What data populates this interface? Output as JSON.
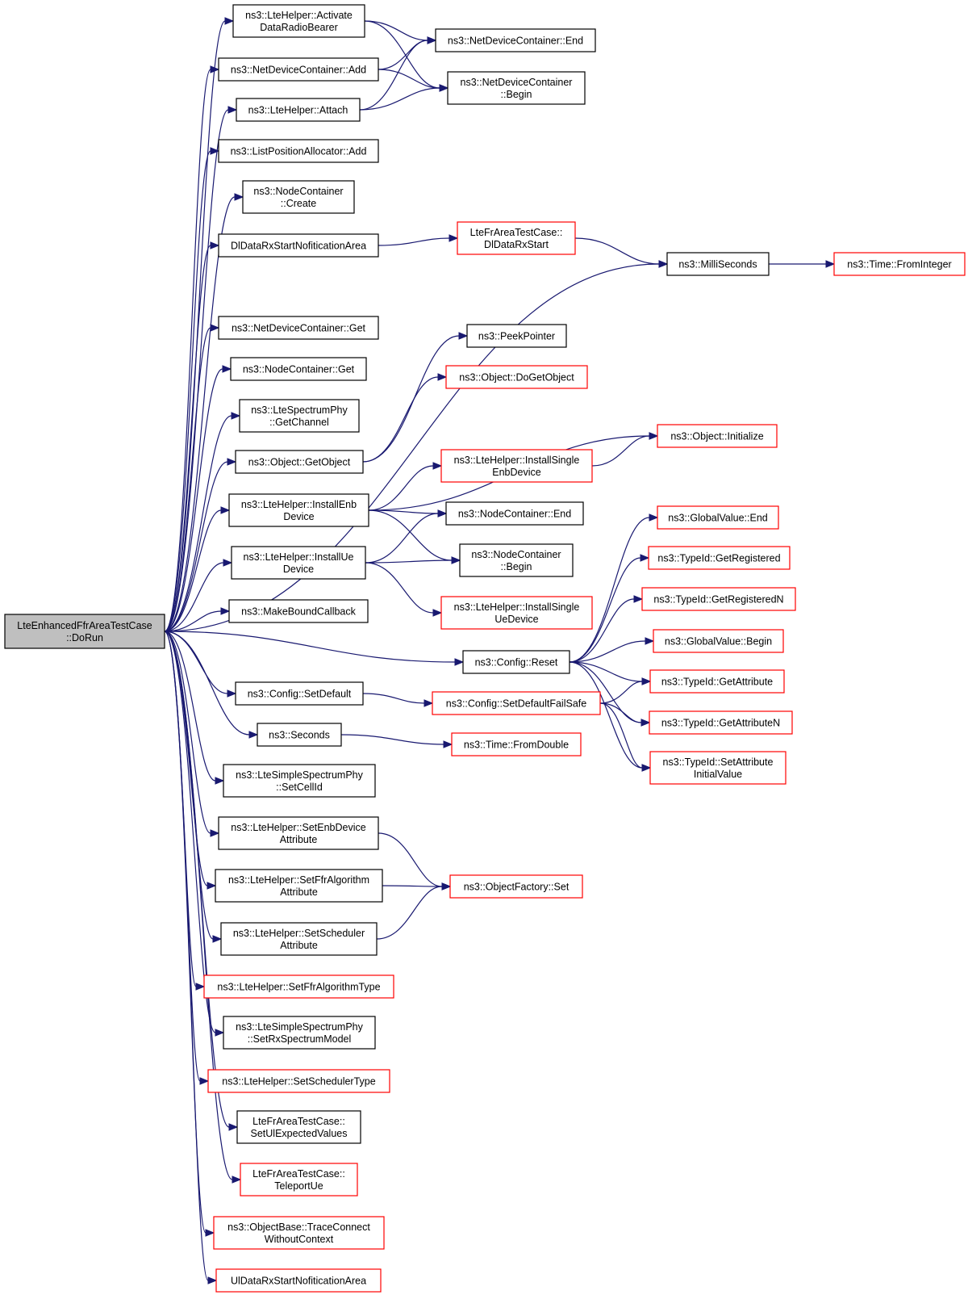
{
  "diagram": {
    "nodes": [
      {
        "id": "root",
        "lines": [
          "LteEnhancedFfrAreaTestCase",
          "::DoRun"
        ],
        "style": "root"
      },
      {
        "id": "activate",
        "lines": [
          "ns3::LteHelper::Activate",
          "DataRadioBearer"
        ],
        "style": "black"
      },
      {
        "id": "ndcAdd",
        "lines": [
          "ns3::NetDeviceContainer::Add"
        ],
        "style": "black"
      },
      {
        "id": "attach",
        "lines": [
          "ns3::LteHelper::Attach"
        ],
        "style": "black"
      },
      {
        "id": "lpaAdd",
        "lines": [
          "ns3::ListPositionAllocator::Add"
        ],
        "style": "black"
      },
      {
        "id": "ncCreate",
        "lines": [
          "ns3::NodeContainer",
          "::Create"
        ],
        "style": "black"
      },
      {
        "id": "dlNotif",
        "lines": [
          "DlDataRxStartNofiticationArea"
        ],
        "style": "black"
      },
      {
        "id": "ndcGet",
        "lines": [
          "ns3::NetDeviceContainer::Get"
        ],
        "style": "black"
      },
      {
        "id": "ncGet",
        "lines": [
          "ns3::NodeContainer::Get"
        ],
        "style": "black"
      },
      {
        "id": "getChannel",
        "lines": [
          "ns3::LteSpectrumPhy",
          "::GetChannel"
        ],
        "style": "black"
      },
      {
        "id": "getObject",
        "lines": [
          "ns3::Object::GetObject"
        ],
        "style": "black"
      },
      {
        "id": "installEnb",
        "lines": [
          "ns3::LteHelper::InstallEnb",
          "Device"
        ],
        "style": "black"
      },
      {
        "id": "installUe",
        "lines": [
          "ns3::LteHelper::InstallUe",
          "Device"
        ],
        "style": "black"
      },
      {
        "id": "makeBound",
        "lines": [
          "ns3::MakeBoundCallback"
        ],
        "style": "black"
      },
      {
        "id": "setDefault",
        "lines": [
          "ns3::Config::SetDefault"
        ],
        "style": "black"
      },
      {
        "id": "seconds",
        "lines": [
          "ns3::Seconds"
        ],
        "style": "black"
      },
      {
        "id": "setCellId",
        "lines": [
          "ns3::LteSimpleSpectrumPhy",
          "::SetCellId"
        ],
        "style": "black"
      },
      {
        "id": "setEnbAttr",
        "lines": [
          "ns3::LteHelper::SetEnbDevice",
          "Attribute"
        ],
        "style": "black"
      },
      {
        "id": "setFfrAttr",
        "lines": [
          "ns3::LteHelper::SetFfrAlgorithm",
          "Attribute"
        ],
        "style": "black"
      },
      {
        "id": "setSchedAttr",
        "lines": [
          "ns3::LteHelper::SetScheduler",
          "Attribute"
        ],
        "style": "black"
      },
      {
        "id": "setFfrType",
        "lines": [
          "ns3::LteHelper::SetFfrAlgorithmType"
        ],
        "style": "red"
      },
      {
        "id": "setRxModel",
        "lines": [
          "ns3::LteSimpleSpectrumPhy",
          "::SetRxSpectrumModel"
        ],
        "style": "black"
      },
      {
        "id": "setSchedType",
        "lines": [
          "ns3::LteHelper::SetSchedulerType"
        ],
        "style": "red"
      },
      {
        "id": "setUlExpected",
        "lines": [
          "LteFrAreaTestCase::",
          "SetUlExpectedValues"
        ],
        "style": "black"
      },
      {
        "id": "teleportUe",
        "lines": [
          "LteFrAreaTestCase::",
          "TeleportUe"
        ],
        "style": "red"
      },
      {
        "id": "traceConnect",
        "lines": [
          "ns3::ObjectBase::TraceConnect",
          "WithoutContext"
        ],
        "style": "red"
      },
      {
        "id": "ulNotif",
        "lines": [
          "UlDataRxStartNofiticationArea"
        ],
        "style": "red"
      },
      {
        "id": "ndcEnd",
        "lines": [
          "ns3::NetDeviceContainer::End"
        ],
        "style": "black"
      },
      {
        "id": "ndcBegin",
        "lines": [
          "ns3::NetDeviceContainer",
          "::Begin"
        ],
        "style": "black"
      },
      {
        "id": "dlDataRxStart",
        "lines": [
          "LteFrAreaTestCase::",
          "DlDataRxStart"
        ],
        "style": "red"
      },
      {
        "id": "milliSeconds",
        "lines": [
          "ns3::MilliSeconds"
        ],
        "style": "black"
      },
      {
        "id": "fromInteger",
        "lines": [
          "ns3::Time::FromInteger"
        ],
        "style": "red"
      },
      {
        "id": "peekPointer",
        "lines": [
          "ns3::PeekPointer"
        ],
        "style": "black"
      },
      {
        "id": "doGetObject",
        "lines": [
          "ns3::Object::DoGetObject"
        ],
        "style": "red"
      },
      {
        "id": "objInit",
        "lines": [
          "ns3::Object::Initialize"
        ],
        "style": "red"
      },
      {
        "id": "installSingleEnb",
        "lines": [
          "ns3::LteHelper::InstallSingle",
          "EnbDevice"
        ],
        "style": "red"
      },
      {
        "id": "ncEnd",
        "lines": [
          "ns3::NodeContainer::End"
        ],
        "style": "black"
      },
      {
        "id": "ncBegin",
        "lines": [
          "ns3::NodeContainer",
          "::Begin"
        ],
        "style": "black"
      },
      {
        "id": "installSingleUe",
        "lines": [
          "ns3::LteHelper::InstallSingle",
          "UeDevice"
        ],
        "style": "red"
      },
      {
        "id": "configReset",
        "lines": [
          "ns3::Config::Reset"
        ],
        "style": "black"
      },
      {
        "id": "setDefaultFailSafe",
        "lines": [
          "ns3::Config::SetDefaultFailSafe"
        ],
        "style": "red"
      },
      {
        "id": "fromDouble",
        "lines": [
          "ns3::Time::FromDouble"
        ],
        "style": "red"
      },
      {
        "id": "ofSet",
        "lines": [
          "ns3::ObjectFactory::Set"
        ],
        "style": "red"
      },
      {
        "id": "gvEnd",
        "lines": [
          "ns3::GlobalValue::End"
        ],
        "style": "red"
      },
      {
        "id": "getRegistered",
        "lines": [
          "ns3::TypeId::GetRegistered"
        ],
        "style": "red"
      },
      {
        "id": "getRegisteredN",
        "lines": [
          "ns3::TypeId::GetRegisteredN"
        ],
        "style": "red"
      },
      {
        "id": "gvBegin",
        "lines": [
          "ns3::GlobalValue::Begin"
        ],
        "style": "red"
      },
      {
        "id": "getAttribute",
        "lines": [
          "ns3::TypeId::GetAttribute"
        ],
        "style": "red"
      },
      {
        "id": "getAttributeN",
        "lines": [
          "ns3::TypeId::GetAttributeN"
        ],
        "style": "red"
      },
      {
        "id": "setAttrInit",
        "lines": [
          "ns3::TypeId::SetAttribute",
          "InitialValue"
        ],
        "style": "red"
      }
    ],
    "edges": [
      [
        "root",
        "activate"
      ],
      [
        "root",
        "ndcAdd"
      ],
      [
        "root",
        "attach"
      ],
      [
        "root",
        "lpaAdd"
      ],
      [
        "root",
        "ncCreate"
      ],
      [
        "root",
        "dlNotif"
      ],
      [
        "root",
        "milliSeconds"
      ],
      [
        "root",
        "ndcGet"
      ],
      [
        "root",
        "ncGet"
      ],
      [
        "root",
        "getChannel"
      ],
      [
        "root",
        "getObject"
      ],
      [
        "root",
        "installEnb"
      ],
      [
        "root",
        "installUe"
      ],
      [
        "root",
        "makeBound"
      ],
      [
        "root",
        "configReset"
      ],
      [
        "root",
        "setDefault"
      ],
      [
        "root",
        "seconds"
      ],
      [
        "root",
        "setCellId"
      ],
      [
        "root",
        "setEnbAttr"
      ],
      [
        "root",
        "setFfrAttr"
      ],
      [
        "root",
        "setSchedAttr"
      ],
      [
        "root",
        "setFfrType"
      ],
      [
        "root",
        "setRxModel"
      ],
      [
        "root",
        "setSchedType"
      ],
      [
        "root",
        "setUlExpected"
      ],
      [
        "root",
        "teleportUe"
      ],
      [
        "root",
        "traceConnect"
      ],
      [
        "root",
        "ulNotif"
      ],
      [
        "activate",
        "ndcEnd"
      ],
      [
        "activate",
        "ndcBegin"
      ],
      [
        "ndcAdd",
        "ndcEnd"
      ],
      [
        "ndcAdd",
        "ndcBegin"
      ],
      [
        "attach",
        "ndcEnd"
      ],
      [
        "attach",
        "ndcBegin"
      ],
      [
        "dlNotif",
        "dlDataRxStart"
      ],
      [
        "dlDataRxStart",
        "milliSeconds"
      ],
      [
        "milliSeconds",
        "fromInteger"
      ],
      [
        "getObject",
        "peekPointer"
      ],
      [
        "getObject",
        "doGetObject"
      ],
      [
        "installEnb",
        "objInit"
      ],
      [
        "installEnb",
        "installSingleEnb"
      ],
      [
        "installEnb",
        "ncEnd"
      ],
      [
        "installEnb",
        "ncBegin"
      ],
      [
        "installSingleEnb",
        "objInit"
      ],
      [
        "installUe",
        "ncEnd"
      ],
      [
        "installUe",
        "ncBegin"
      ],
      [
        "installUe",
        "installSingleUe"
      ],
      [
        "configReset",
        "gvEnd"
      ],
      [
        "configReset",
        "getRegistered"
      ],
      [
        "configReset",
        "getRegisteredN"
      ],
      [
        "configReset",
        "gvBegin"
      ],
      [
        "configReset",
        "getAttribute"
      ],
      [
        "configReset",
        "getAttributeN"
      ],
      [
        "configReset",
        "setAttrInit"
      ],
      [
        "setDefault",
        "setDefaultFailSafe"
      ],
      [
        "setDefaultFailSafe",
        "getAttribute"
      ],
      [
        "setDefaultFailSafe",
        "getAttributeN"
      ],
      [
        "setDefaultFailSafe",
        "setAttrInit"
      ],
      [
        "seconds",
        "fromDouble"
      ],
      [
        "setEnbAttr",
        "ofSet"
      ],
      [
        "setFfrAttr",
        "ofSet"
      ],
      [
        "setSchedAttr",
        "ofSet"
      ]
    ]
  }
}
